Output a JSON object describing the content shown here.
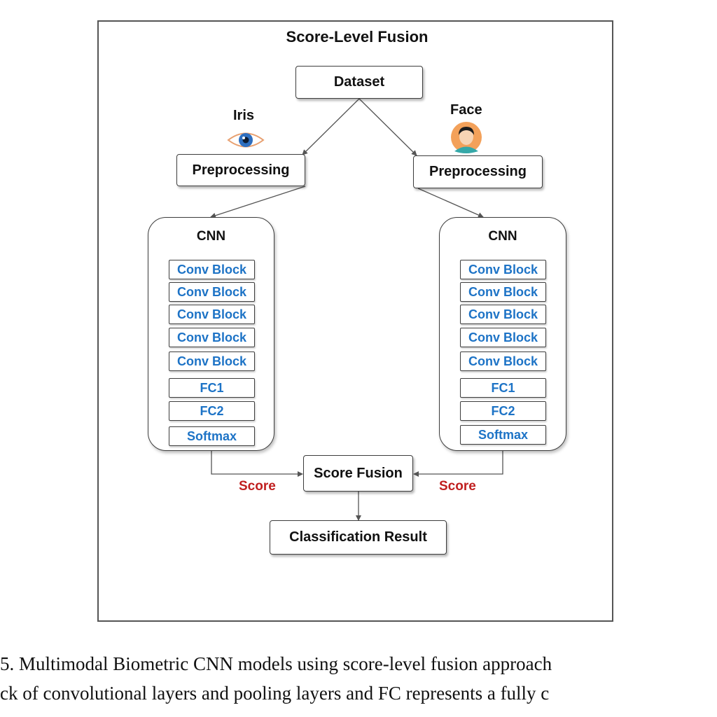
{
  "diagram": {
    "title": "Score-Level Fusion",
    "dataset": "Dataset",
    "iris_label": "Iris",
    "face_label": "Face",
    "preprocessing_left": "Preprocessing",
    "preprocessing_right": "Preprocessing",
    "cnn_left": {
      "title": "CNN",
      "layers": [
        "Conv Block",
        "Conv Block",
        "Conv Block",
        "Conv Block",
        "Conv Block",
        "FC1",
        "FC2",
        "Softmax"
      ]
    },
    "cnn_right": {
      "title": "CNN",
      "layers": [
        "Conv Block",
        "Conv Block",
        "Conv Block",
        "Conv Block",
        "Conv Block",
        "FC1",
        "FC2",
        "Softmax"
      ]
    },
    "score_left": "Score",
    "score_right": "Score",
    "score_fusion": "Score Fusion",
    "classification_result": "Classification Result"
  },
  "caption": {
    "line1": "5. Multimodal Biometric CNN models using score-level fusion approach",
    "line2": "ck of convolutional layers and pooling layers and FC represents a fully c"
  },
  "colors": {
    "layer_text": "#1d73c6",
    "score_text": "#c01f1f"
  },
  "icons": {
    "iris": "eye-icon",
    "face": "face-avatar-icon"
  }
}
